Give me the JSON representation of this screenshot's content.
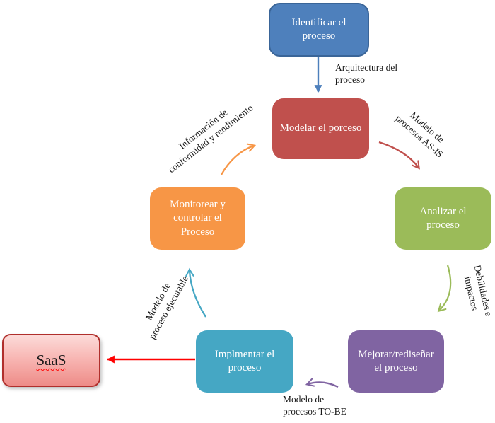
{
  "diagram_title": "",
  "nodes": [
    {
      "id": "identificar-el-proceso",
      "label": "Identificar el proceso",
      "lines": [
        "Identificar el",
        "proceso"
      ],
      "fill": "#4E80BC",
      "border": "#3A6598",
      "text_color": "#FFFFFF"
    },
    {
      "id": "modelar-el-porceso",
      "label": "Modelar el porceso",
      "lines": [
        "Modelar el porceso"
      ],
      "fill": "#C0504D",
      "border": "#B54B48",
      "text_color": "#FFFFFF"
    },
    {
      "id": "analizar-el-proceso",
      "label": "Analizar el proceso",
      "lines": [
        "Analizar el",
        "proceso"
      ],
      "fill": "#9BBB59",
      "border": "#9BBB59",
      "text_color": "#FFFFFF"
    },
    {
      "id": "mejorar-redisenar-el-proceso",
      "label": "Mejorar/rediseñar el proceso",
      "lines": [
        "Mejorar/rediseñar",
        "el proceso"
      ],
      "fill": "#8064A2",
      "border": "#8064A2",
      "text_color": "#FFFFFF"
    },
    {
      "id": "implmentar-el-proceso",
      "label": "Implmentar el proceso",
      "lines": [
        "Implmentar el",
        "proceso"
      ],
      "fill": "#45A7C4",
      "border": "#45A7C4",
      "text_color": "#FFFFFF"
    },
    {
      "id": "monitorear-y-controlar-el-proceso",
      "label": "Monitorear y controlar el Proceso",
      "lines": [
        "Monitorear y",
        "controlar el",
        "Proceso"
      ],
      "fill": "#F79646",
      "border": "#F79646",
      "text_color": "#FFFFFF"
    },
    {
      "id": "saas",
      "label": "SaaS",
      "lines": [
        "SaaS"
      ],
      "fill_top": "#FCDBD9",
      "fill_bottom": "#EE8C88",
      "border": "#B02F2C",
      "text_color": "#1A1A1A",
      "underline": "red-wavy-spellcheck"
    }
  ],
  "edges": [
    {
      "from": "identificar-el-proceso",
      "to": "modelar-el-porceso",
      "label": "Arquitectura del proceso",
      "color": "#4E80BC",
      "style": "straight-filled-head"
    },
    {
      "from": "modelar-el-porceso",
      "to": "analizar-el-proceso",
      "label": "Modelo de procesos AS-IS",
      "color": "#C0504D",
      "style": "curved-open-head"
    },
    {
      "from": "analizar-el-proceso",
      "to": "mejorar-redisenar-el-proceso",
      "label": "Debilidades e impactos",
      "color": "#9BBB59",
      "style": "curved-open-head"
    },
    {
      "from": "mejorar-redisenar-el-proceso",
      "to": "implmentar-el-proceso",
      "label": "Modelo de procesos TO-BE",
      "color": "#8064A2",
      "style": "curved-open-head"
    },
    {
      "from": "implmentar-el-proceso",
      "to": "monitorear-y-controlar-el-proceso",
      "label": "Modelo de proceso ejecutable",
      "color": "#45A7C4",
      "style": "curved-open-head"
    },
    {
      "from": "monitorear-y-controlar-el-proceso",
      "to": "modelar-el-porceso",
      "label": "Información de conformidad y rendimiento",
      "color": "#F79646",
      "style": "curved-open-head"
    },
    {
      "from": "implmentar-el-proceso",
      "to": "saas",
      "label": "",
      "color": "#FF0000",
      "style": "straight-filled-head"
    }
  ],
  "edge_labels": [
    {
      "id": "arquitectura-del-proceso",
      "text": "Arquitectura del proceso",
      "lines": [
        "Arquitectura del",
        "proceso"
      ],
      "rotation_deg": 0
    },
    {
      "id": "modelo-de-procesos-as-is",
      "text": "Modelo de procesos AS-IS",
      "lines": [
        "Modelo de",
        "procesos AS-IS"
      ],
      "rotation_deg": 41
    },
    {
      "id": "debilidades-e-impactos",
      "text": "Debilidades e impactos",
      "lines": [
        "Debilidades e",
        "impactos"
      ],
      "rotation_deg": 77
    },
    {
      "id": "modelo-de-procesos-to-be",
      "text": "Modelo de procesos TO-BE",
      "lines": [
        "Modelo de",
        "procesos TO-BE"
      ],
      "rotation_deg": 0
    },
    {
      "id": "modelo-de-proceso-ejecutable",
      "text": "Modelo de proceso ejecutable",
      "lines": [
        "Modelo de",
        "proceso ejecutable"
      ],
      "rotation_deg": -61
    },
    {
      "id": "informacion-de-conformidad-y-rendimiento",
      "text": "Información de conformidad y rendimiento",
      "lines": [
        "Información de",
        "conformidad y rendimiento"
      ],
      "rotation_deg": -38
    }
  ],
  "colors": {
    "background": "#FFFFFF",
    "label_text": "#1A1A1A",
    "saas_arrow": "#FF0000",
    "saas_underline": "#FF0000"
  }
}
